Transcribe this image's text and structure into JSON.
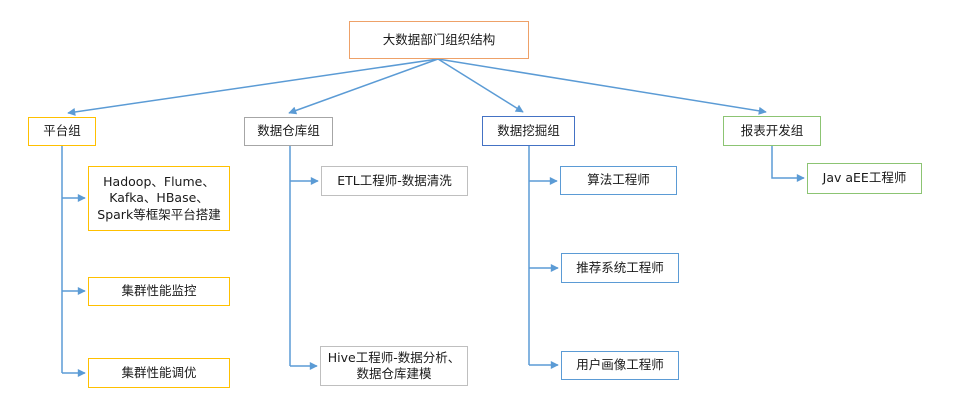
{
  "diagram": {
    "title": "大数据部门组织结构",
    "groups": [
      {
        "label": "平台组",
        "accent_color": "#FFC000",
        "children": [
          {
            "label": "Hadoop、Flume、Kafka、HBase、Spark等框架平台搭建"
          },
          {
            "label": "集群性能监控"
          },
          {
            "label": "集群性能调优"
          }
        ]
      },
      {
        "label": "数据仓库组",
        "accent_color": "#A6A6A6",
        "children": [
          {
            "label": "ETL工程师-数据清洗"
          },
          {
            "label": "Hive工程师-数据分析、数据仓库建模"
          }
        ]
      },
      {
        "label": "数据挖掘组",
        "accent_color": "#4472C4",
        "children": [
          {
            "label": "算法工程师"
          },
          {
            "label": "推荐系统工程师"
          },
          {
            "label": "用户画像工程师"
          }
        ]
      },
      {
        "label": "报表开发组",
        "accent_color": "#8CC473",
        "children": [
          {
            "label": "Jav aEE工程师"
          }
        ]
      }
    ],
    "colors": {
      "root_border": "#EEA168",
      "platform": "#FFC000",
      "warehouse_group": "#A6A6A6",
      "warehouse_child": "#BFBFBF",
      "mining_group": "#4472C4",
      "mining_child": "#5B9BD5",
      "report": "#8CC473",
      "connector": "#5B9BD5"
    }
  }
}
